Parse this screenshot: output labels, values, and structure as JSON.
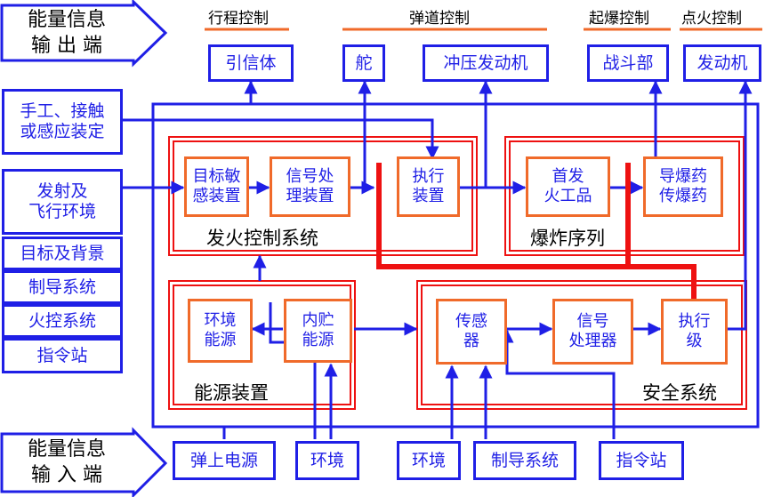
{
  "io": {
    "output": "能量信息\n输 出 端",
    "input": "能量信息\n输 入 端"
  },
  "headers": {
    "trajectory_control": "行程控制",
    "ballistic_control": "弹道控制",
    "detonation_control": "起爆控制",
    "ignition_control": "点火控制"
  },
  "top": {
    "fuze": "引信体",
    "rudder": "舵",
    "ramjet": "冲压发动机",
    "warhead": "战斗部",
    "engine": "发动机"
  },
  "left": {
    "manual": "手工、接触\n或感应装定",
    "launch_env": "发射及\n飞行环境",
    "target_bg": "目标及背景",
    "guidance": "制导系统",
    "fire_control": "火控系统",
    "command": "指令站"
  },
  "fire_ctrl": {
    "caption": "发火控制系统",
    "target_sensor": "目标敏\n感装置",
    "signal_proc": "信号处\n理装置",
    "actuator": "执行\n装置"
  },
  "explosive": {
    "caption": "爆炸序列",
    "primer": "首发\n火工品",
    "booster": "导爆药\n传爆药"
  },
  "energy": {
    "caption": "能源装置",
    "env_energy": "环境\n能源",
    "internal_energy": "内贮\n能源"
  },
  "safety": {
    "caption": "安全系统",
    "sensor": "传感\n器",
    "signal_processor": "信号\n处理器",
    "actuator_stage": "执行\n级"
  },
  "bottom": {
    "onboard_power": "弹上电源",
    "env1": "环境",
    "env2": "环境",
    "guidance": "制导系统",
    "command": "指令站"
  },
  "colors": {
    "blue": "#1f1fe6",
    "red": "#ee1111",
    "orange": "#f06a2a"
  }
}
